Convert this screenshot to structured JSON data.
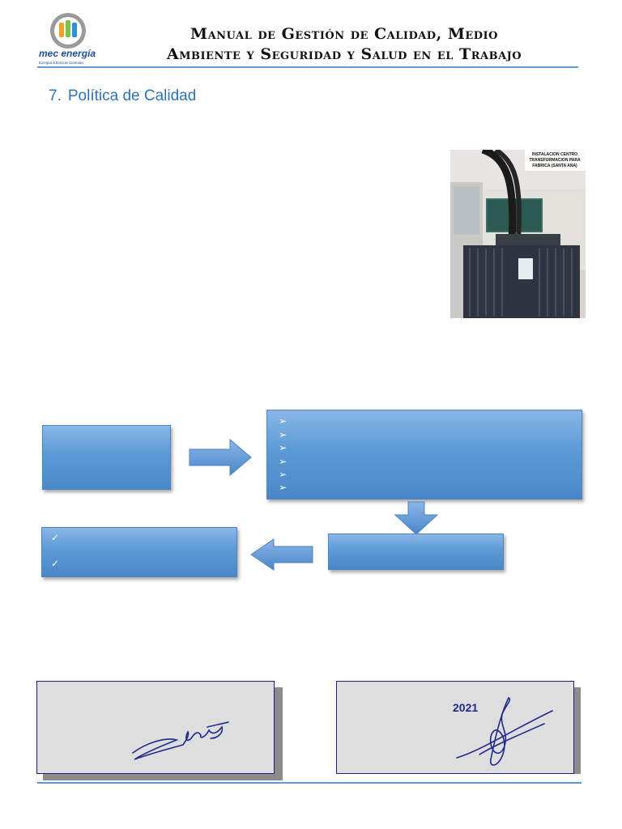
{
  "header": {
    "logo_text": "mec energía",
    "logo_subtext": "Energías Eléctricas Centrales",
    "title_line1": "Manual de Gestión de Calidad, Medio",
    "title_line2": "Ambiente y Seguridad y Salud en el Trabajo"
  },
  "section": {
    "number": "7.",
    "title": "Política de Calidad"
  },
  "photo": {
    "caption": "INSTALACION CENTRO TRANSFORMACION PARA FABRICA (SANTA ANA)"
  },
  "flow": {
    "box2_bullets": 6,
    "box4_bullets": 2
  },
  "signatures": {
    "year": "2021"
  },
  "colors": {
    "accent": "#5b9bd5",
    "heading": "#2e74b5",
    "box_fill": "#5b9bd5",
    "signature_ink": "#1f2a8a"
  }
}
